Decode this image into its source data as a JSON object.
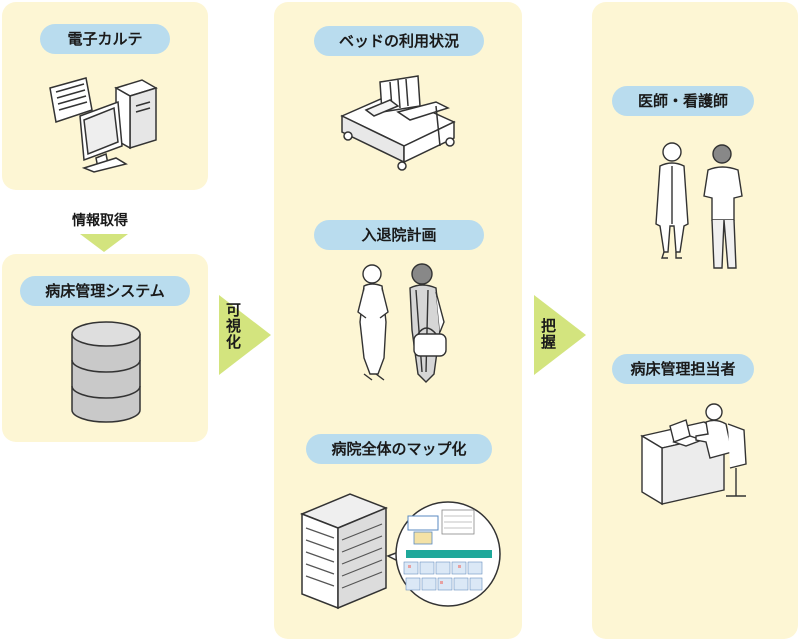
{
  "left": {
    "emr_label": "電子カルテ",
    "info_label": "情報取得",
    "system_label": "病床管理システム"
  },
  "arrow1_label": "可視化",
  "middle": {
    "bed_label": "ベッドの利用状況",
    "plan_label": "入退院計画",
    "map_label": "病院全体のマップ化"
  },
  "arrow2_label": "把握",
  "right": {
    "doctor_label": "医師・看護師",
    "manager_label": "病床管理担当者"
  },
  "colors": {
    "panel": "#fdf6d4",
    "pill": "#b9dcee",
    "arrow": "#d3e47e",
    "map_header": "#1fa89a"
  }
}
